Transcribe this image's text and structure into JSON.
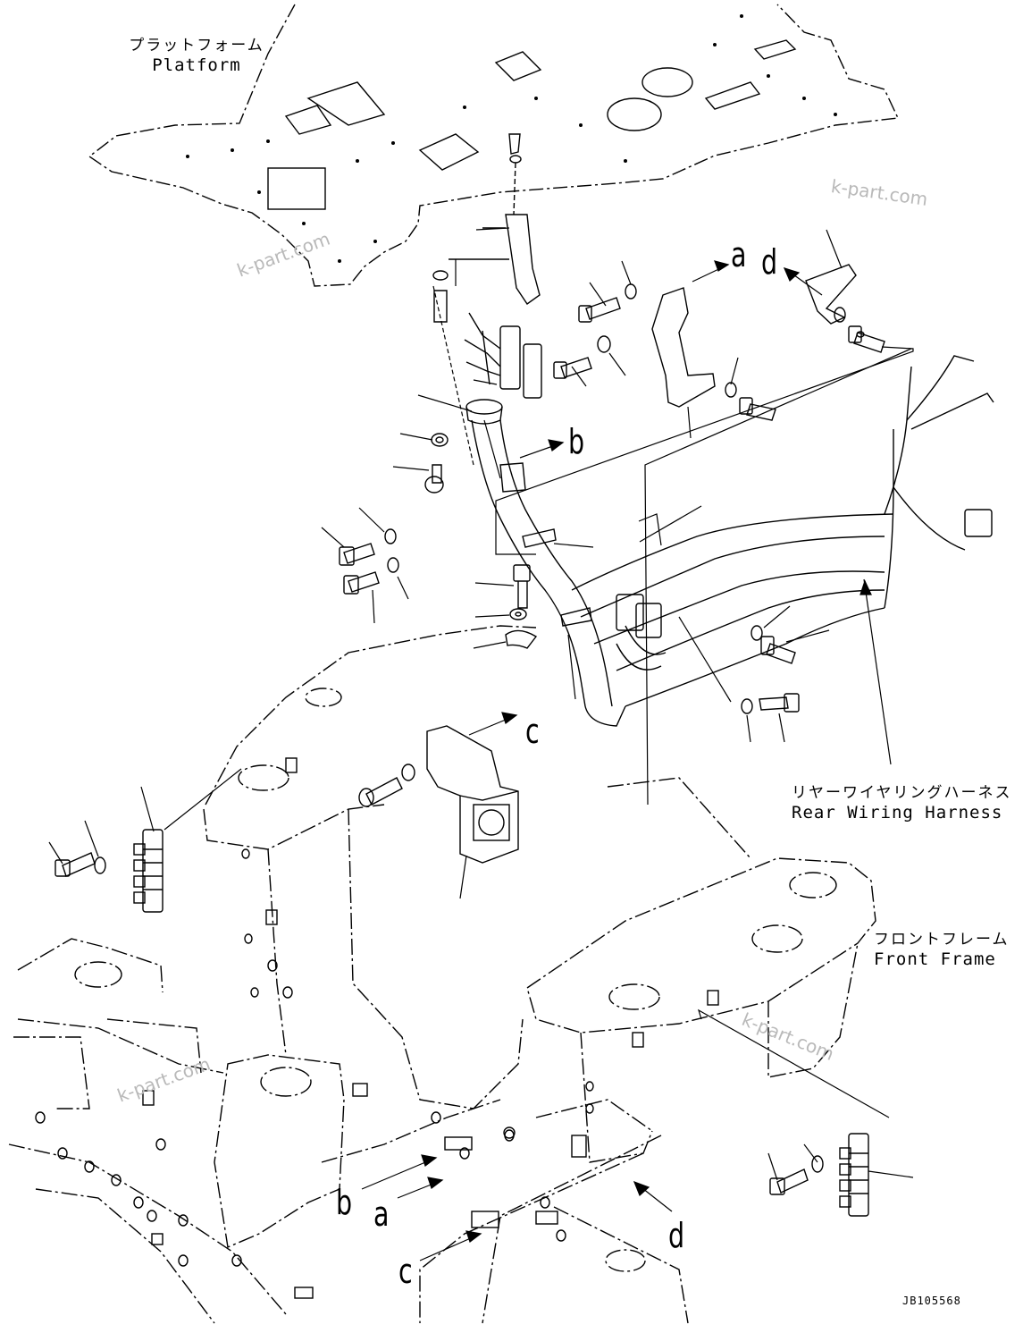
{
  "labels": {
    "platform_jp": "プラットフォーム",
    "platform_en": "Platform",
    "rear_harness_jp": "リヤーワイヤリングハーネス",
    "rear_harness_en": "Rear Wiring Harness",
    "front_frame_jp": "フロントフレーム",
    "front_frame_en": "Front Frame"
  },
  "refs": {
    "a": "a",
    "b": "b",
    "c": "c",
    "d": "d"
  },
  "watermark": "k-part.com",
  "drawing_code": "JB105568"
}
